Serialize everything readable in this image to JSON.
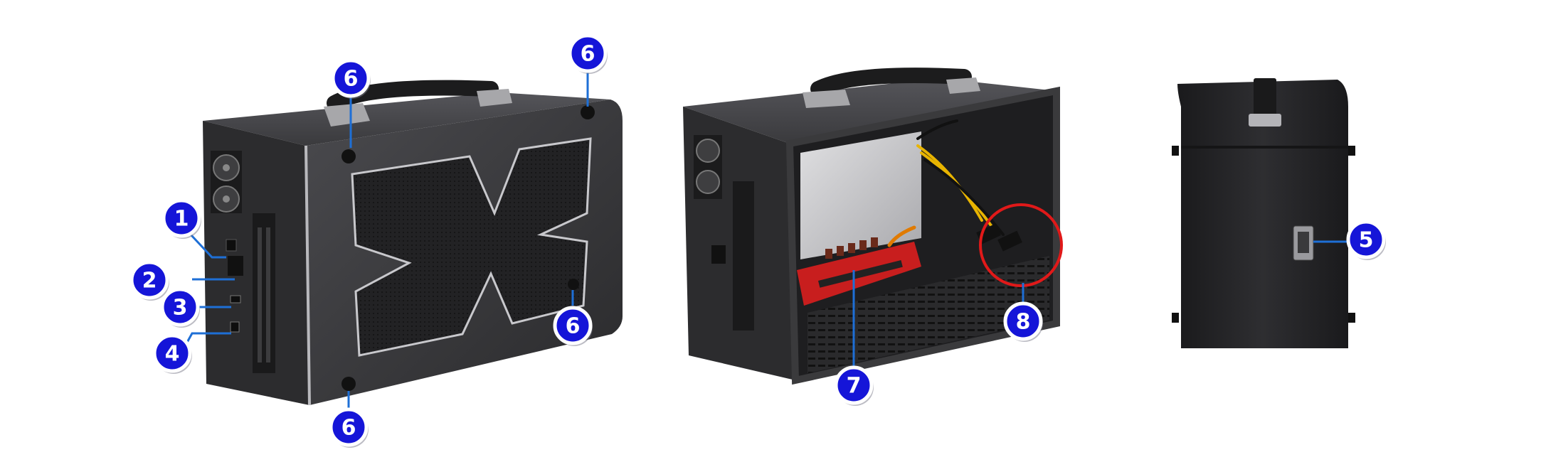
{
  "colors": {
    "background": "#ffffff",
    "chassis_dark": "#2b2b2d",
    "chassis_mid": "#3a3a3d",
    "chassis_light": "#4a4a4e",
    "mesh": "#1e1e20",
    "panel_outline": "#c8c8cc",
    "psu_silver": "#c9c9cb",
    "board_red": "#c81e1e",
    "cable_yellow": "#e8b400",
    "cable_black": "#111111",
    "callout_fill": "#1515d8",
    "callout_ring": "#ffffff",
    "callout_shadow": "#7a7a8a",
    "leader_line": "#1e6fd6",
    "highlight_circle": "#e01919"
  },
  "views": [
    {
      "name": "rear-angled-view",
      "icon": "egpu-enclosure-rear"
    },
    {
      "name": "open-side-view",
      "icon": "egpu-enclosure-open"
    },
    {
      "name": "end-view",
      "icon": "egpu-enclosure-end"
    }
  ],
  "callouts": [
    {
      "id": "c1",
      "label": "1"
    },
    {
      "id": "c2",
      "label": "2"
    },
    {
      "id": "c3",
      "label": "3"
    },
    {
      "id": "c4",
      "label": "4"
    },
    {
      "id": "c6a",
      "label": "6"
    },
    {
      "id": "c6b",
      "label": "6"
    },
    {
      "id": "c6c",
      "label": "6"
    },
    {
      "id": "c6d",
      "label": "6"
    },
    {
      "id": "c7",
      "label": "7"
    },
    {
      "id": "c8",
      "label": "8"
    },
    {
      "id": "c5",
      "label": "5"
    }
  ]
}
